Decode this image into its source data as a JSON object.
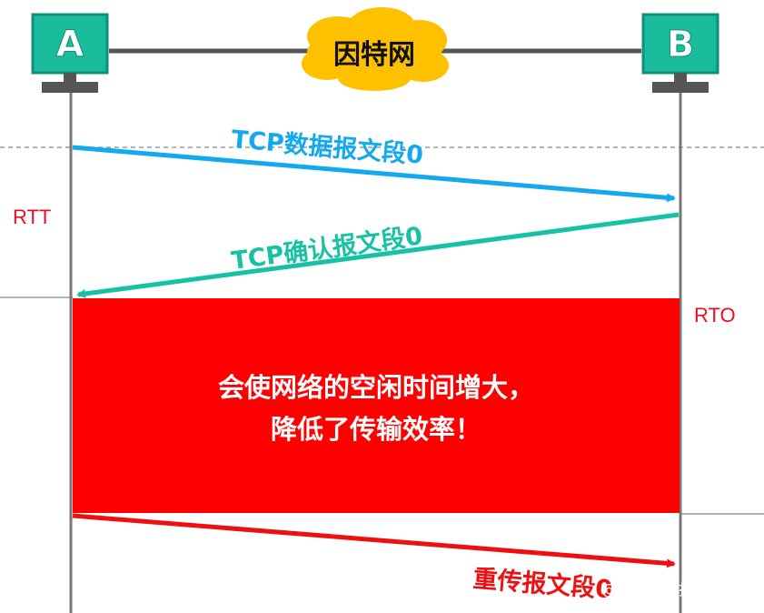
{
  "hosts": {
    "a_label": "A",
    "b_label": "B"
  },
  "network_label": "因特网",
  "side_labels": {
    "rtt": "RTT",
    "rto": "RTO"
  },
  "messages": {
    "data_segment": "TCP数据报文段0",
    "ack_segment": "TCP确认报文段0",
    "retransmit_segment": "重传报文段0"
  },
  "idle_box": {
    "line1": "会使网络的空闲时间增大，",
    "line2": "降低了传输效率！"
  },
  "credit": "@稀土掘金技术社区",
  "colors": {
    "host_teal": "#1abc9c",
    "host_dark": "#0e8f78",
    "cloud_yellow": "#ffc000",
    "timeline_gray": "#777777",
    "data_arrow_blue": "#12a9ef",
    "ack_arrow_green": "#17c2a4",
    "retransmit_red": "#ee1010",
    "idle_box_red": "#ff0000"
  }
}
